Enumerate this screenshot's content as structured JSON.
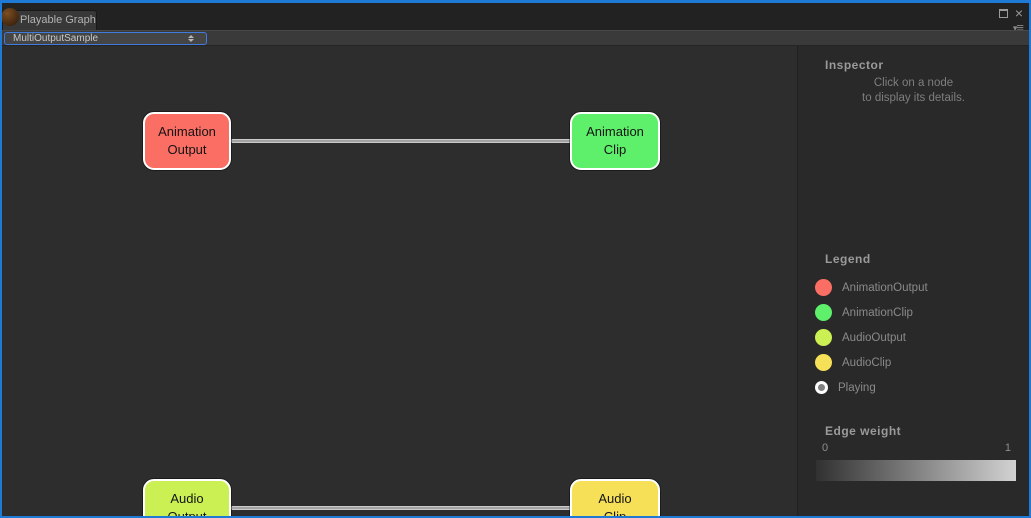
{
  "window": {
    "tab_title": "Playable Graph",
    "controls": {
      "maximize_icon": "square-outline",
      "close_icon": "×",
      "menu_icon": "▾≡"
    }
  },
  "toolbar": {
    "graph_selector_value": "MultiOutputSample",
    "graph_selector_arrows": "up-down-triangles"
  },
  "graph": {
    "nodes": [
      {
        "id": "animation-output",
        "label": "Animation\nOutput",
        "color": "#fa6e64"
      },
      {
        "id": "animation-clip",
        "label": "Animation\nClip",
        "color": "#5ef06a"
      },
      {
        "id": "audio-output",
        "label": "Audio\nOutput",
        "color": "#caf053"
      },
      {
        "id": "audio-clip",
        "label": "Audio\nClip",
        "color": "#f6e057"
      }
    ],
    "edges": [
      {
        "from": "animation-output",
        "to": "animation-clip",
        "weight": 1
      },
      {
        "from": "audio-output",
        "to": "audio-clip",
        "weight": 1
      }
    ]
  },
  "inspector": {
    "title": "Inspector",
    "empty_message_line1": "Click on a node",
    "empty_message_line2": "to display its details."
  },
  "legend": {
    "title": "Legend",
    "items": [
      {
        "label": "AnimationOutput",
        "color": "#fa6e64"
      },
      {
        "label": "AnimationClip",
        "color": "#5ef06a"
      },
      {
        "label": "AudioOutput",
        "color": "#caf053"
      },
      {
        "label": "AudioClip",
        "color": "#f6e057"
      },
      {
        "label": "Playing",
        "color": "#808080"
      }
    ]
  },
  "edge_weight": {
    "title": "Edge weight",
    "min_label": "0",
    "max_label": "1",
    "gradient_from": "#313131",
    "gradient_to": "#d2d2d2"
  }
}
